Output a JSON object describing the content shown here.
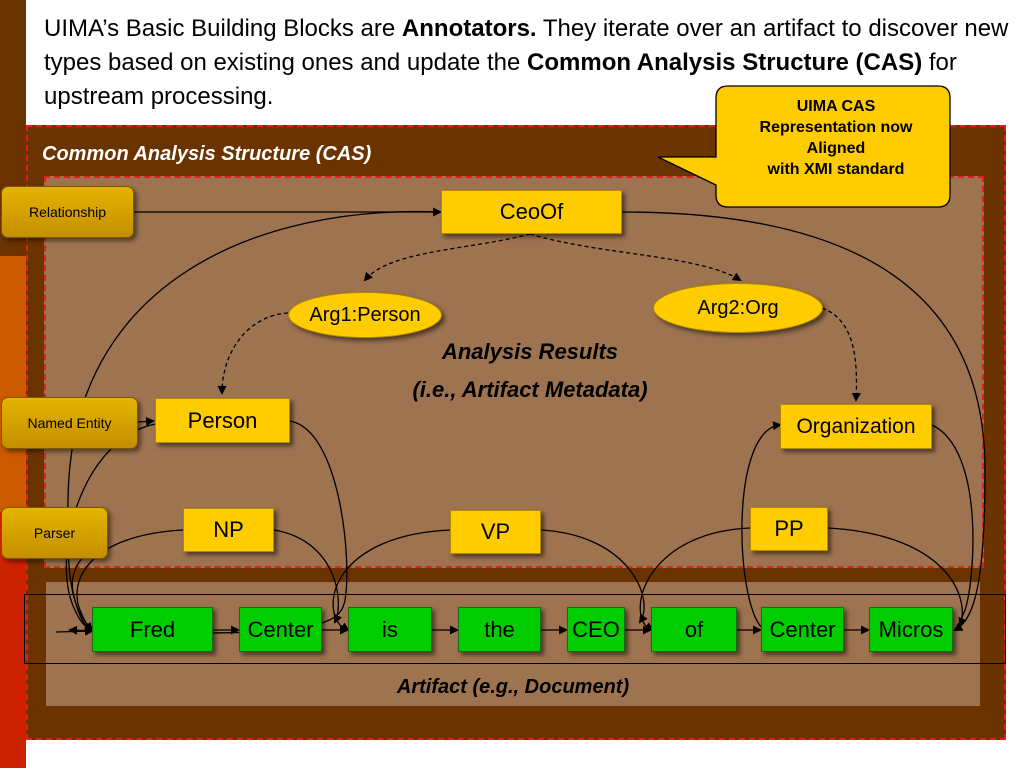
{
  "slide": {
    "title_parts": [
      {
        "text": "UIMA’s Basic Building Blocks are ",
        "bold": false
      },
      {
        "text": "Annotators.",
        "bold": true
      },
      {
        "text": " They iterate over an artifact to discover new types based on existing ones and  update the ",
        "bold": false
      },
      {
        "text": "Common Analysis Structure (CAS)",
        "bold": true
      },
      {
        "text": " for upstream processing.",
        "bold": false
      }
    ]
  },
  "callout": {
    "lines": [
      "UIMA CAS",
      "Representation now",
      "Aligned",
      "with XMI standard"
    ]
  },
  "cas": {
    "label": "Common Analysis Structure (CAS)",
    "results_label_line1": "Analysis Results",
    "results_label_line2": "(i.e., Artifact Metadata)",
    "artifact_label": "Artifact (e.g., Document)"
  },
  "side_labels": {
    "relationship": "Relationship",
    "named_entity": "Named Entity",
    "parser": "Parser"
  },
  "nodes": {
    "ceoof": "CeoOf",
    "arg1": "Arg1:Person",
    "arg2": "Arg2:Org",
    "person": "Person",
    "organization": "Organization",
    "np": "NP",
    "vp": "VP",
    "pp": "PP"
  },
  "tokens": [
    "Fred",
    "Center",
    "is",
    "the",
    "CEO",
    "of",
    "Center",
    "Micros"
  ],
  "colors": {
    "dark_brown": "#6b3300",
    "panel_brown": "#9d7350",
    "annotation_yellow": "#ffcc00",
    "token_green": "#00cc00",
    "dashed_red": "#e0201c"
  }
}
